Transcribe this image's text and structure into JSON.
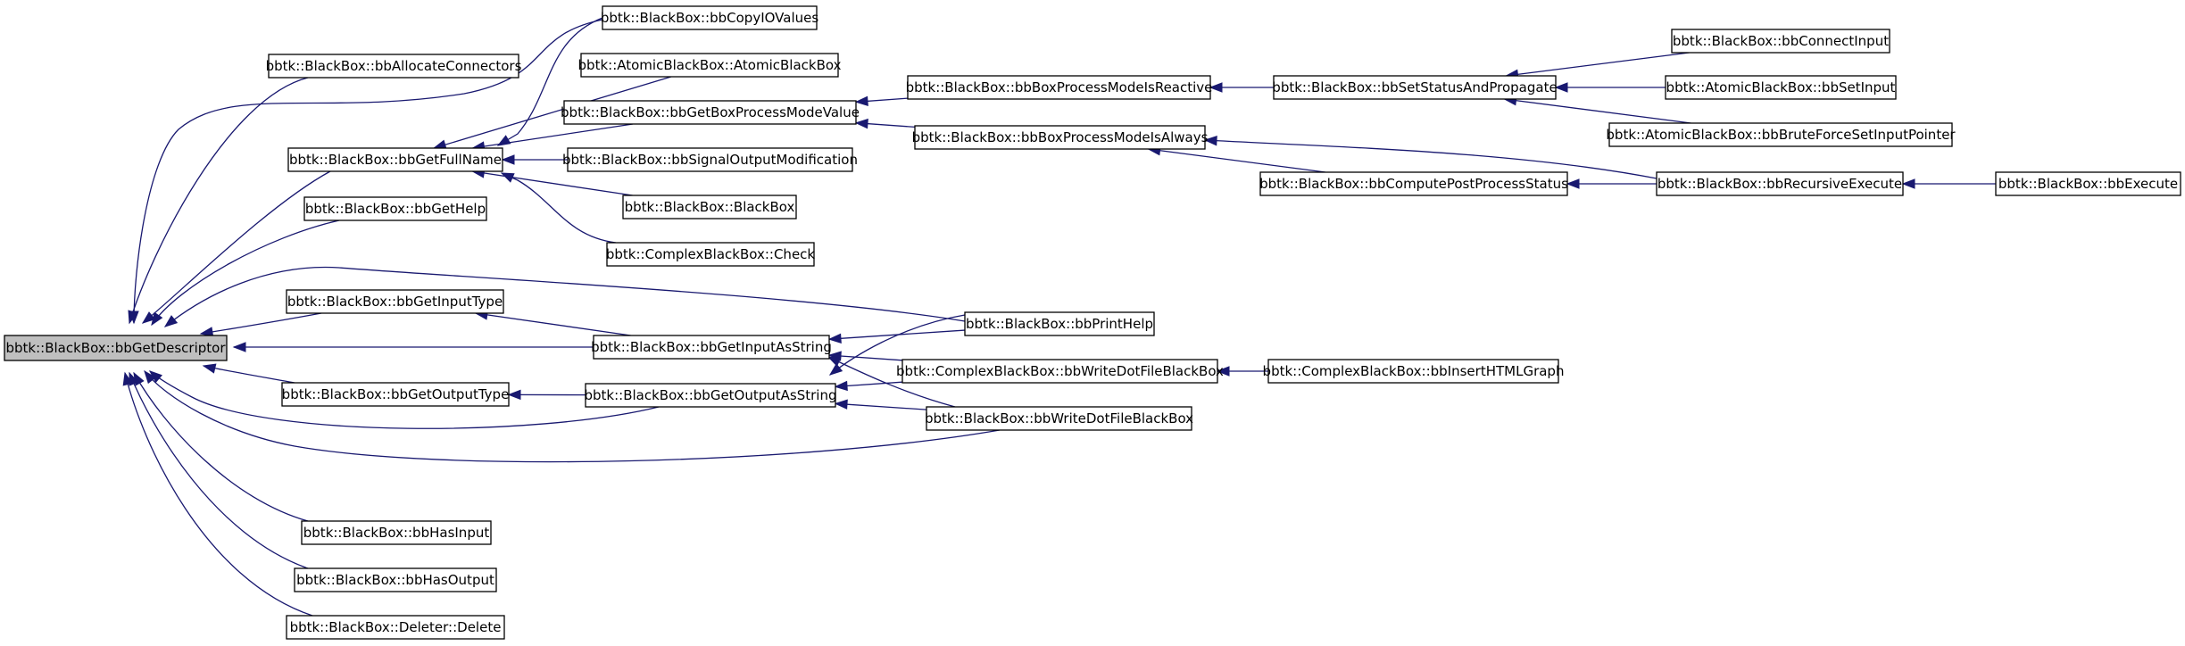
{
  "colors": {
    "edge": "#191970",
    "node_border": "#000000",
    "node_fill": "#ffffff",
    "root_fill": "#bfbfbf"
  },
  "nodes": [
    {
      "id": "n0",
      "label": "bbtk::BlackBox::bbGetDescriptor",
      "root": true
    },
    {
      "id": "n1",
      "label": "bbtk::BlackBox::bbAllocateConnectors"
    },
    {
      "id": "n2",
      "label": "bbtk::BlackBox::bbGetFullName"
    },
    {
      "id": "n3",
      "label": "bbtk::BlackBox::bbCopyIOValues"
    },
    {
      "id": "n4",
      "label": "bbtk::AtomicBlackBox::AtomicBlackBox"
    },
    {
      "id": "n5",
      "label": "bbtk::BlackBox::bbGetBoxProcessModeValue"
    },
    {
      "id": "n6",
      "label": "bbtk::BlackBox::bbSignalOutputModification"
    },
    {
      "id": "n7",
      "label": "bbtk::BlackBox::BlackBox"
    },
    {
      "id": "n8",
      "label": "bbtk::ComplexBlackBox::Check"
    },
    {
      "id": "n9",
      "label": "bbtk::BlackBox::bbGetHelp"
    },
    {
      "id": "n10",
      "label": "bbtk::BlackBox::bbGetInputType"
    },
    {
      "id": "n11",
      "label": "bbtk::BlackBox::bbGetInputAsString"
    },
    {
      "id": "n12",
      "label": "bbtk::BlackBox::bbGetOutputType"
    },
    {
      "id": "n13",
      "label": "bbtk::BlackBox::bbGetOutputAsString"
    },
    {
      "id": "n14",
      "label": "bbtk::BlackBox::bbHasInput"
    },
    {
      "id": "n15",
      "label": "bbtk::BlackBox::bbHasOutput"
    },
    {
      "id": "n16",
      "label": "bbtk::BlackBox::Deleter::Delete"
    },
    {
      "id": "n17",
      "label": "bbtk::BlackBox::bbBoxProcessModeIsReactive"
    },
    {
      "id": "n18",
      "label": "bbtk::BlackBox::bbBoxProcessModeIsAlways"
    },
    {
      "id": "n19",
      "label": "bbtk::BlackBox::bbSetStatusAndPropagate"
    },
    {
      "id": "n20",
      "label": "bbtk::BlackBox::bbComputePostProcessStatus"
    },
    {
      "id": "n21",
      "label": "bbtk::BlackBox::bbConnectInput"
    },
    {
      "id": "n22",
      "label": "bbtk::AtomicBlackBox::bbSetInput"
    },
    {
      "id": "n23",
      "label": "bbtk::AtomicBlackBox::bbBruteForceSetInputPointer"
    },
    {
      "id": "n24",
      "label": "bbtk::BlackBox::bbRecursiveExecute"
    },
    {
      "id": "n25",
      "label": "bbtk::BlackBox::bbExecute"
    },
    {
      "id": "n26",
      "label": "bbtk::BlackBox::bbPrintHelp"
    },
    {
      "id": "n27",
      "label": "bbtk::ComplexBlackBox::bbWriteDotFileBlackBox"
    },
    {
      "id": "n28",
      "label": "bbtk::ComplexBlackBox::bbInsertHTMLGraph"
    },
    {
      "id": "n29",
      "label": "bbtk::BlackBox::bbWriteDotFileBlackBox"
    }
  ],
  "edges": [
    {
      "from": "n1",
      "to": "n0"
    },
    {
      "from": "n3",
      "to": "n0"
    },
    {
      "from": "n2",
      "to": "n0"
    },
    {
      "from": "n9",
      "to": "n0"
    },
    {
      "from": "n26",
      "to": "n0"
    },
    {
      "from": "n10",
      "to": "n0"
    },
    {
      "from": "n11",
      "to": "n0"
    },
    {
      "from": "n12",
      "to": "n0"
    },
    {
      "from": "n13",
      "to": "n0"
    },
    {
      "from": "n29",
      "to": "n0"
    },
    {
      "from": "n14",
      "to": "n0"
    },
    {
      "from": "n15",
      "to": "n0"
    },
    {
      "from": "n16",
      "to": "n0"
    },
    {
      "from": "n3",
      "to": "n2"
    },
    {
      "from": "n4",
      "to": "n2"
    },
    {
      "from": "n5",
      "to": "n2"
    },
    {
      "from": "n6",
      "to": "n2"
    },
    {
      "from": "n7",
      "to": "n2"
    },
    {
      "from": "n8",
      "to": "n2"
    },
    {
      "from": "n17",
      "to": "n5"
    },
    {
      "from": "n18",
      "to": "n5"
    },
    {
      "from": "n19",
      "to": "n17"
    },
    {
      "from": "n24",
      "to": "n18"
    },
    {
      "from": "n20",
      "to": "n18"
    },
    {
      "from": "n21",
      "to": "n19"
    },
    {
      "from": "n22",
      "to": "n19"
    },
    {
      "from": "n23",
      "to": "n19"
    },
    {
      "from": "n24",
      "to": "n20"
    },
    {
      "from": "n25",
      "to": "n24"
    },
    {
      "from": "n11",
      "to": "n10"
    },
    {
      "from": "n26",
      "to": "n11"
    },
    {
      "from": "n27",
      "to": "n11"
    },
    {
      "from": "n29",
      "to": "n11"
    },
    {
      "from": "n13",
      "to": "n12"
    },
    {
      "from": "n26",
      "to": "n13"
    },
    {
      "from": "n27",
      "to": "n13"
    },
    {
      "from": "n29",
      "to": "n13"
    },
    {
      "from": "n28",
      "to": "n27"
    }
  ]
}
